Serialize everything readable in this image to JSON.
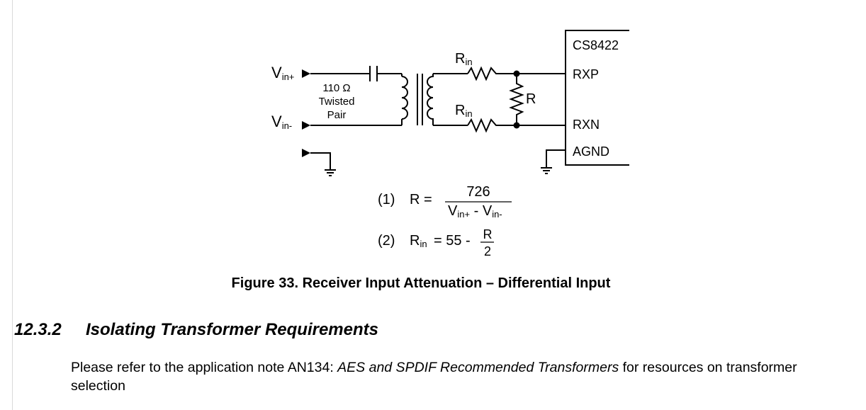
{
  "figure": {
    "chip_name": "CS8422",
    "pin_rxp": "RXP",
    "pin_rxn": "RXN",
    "pin_agnd": "AGND",
    "vin_plus": {
      "base": "V",
      "sub": "in+"
    },
    "vin_minus": {
      "base": "V",
      "sub": "in-"
    },
    "cable": {
      "impedance": "110 Ω",
      "line2": "Twisted",
      "line3": "Pair"
    },
    "rin": {
      "base": "R",
      "sub": "in"
    },
    "r_label": "R",
    "eq1": {
      "index": "(1)",
      "lhs": "R =",
      "numerator": "726",
      "den_v1": "V",
      "den_s1": "in+",
      "den_mid": " - ",
      "den_v2": "V",
      "den_s2": "in-"
    },
    "eq2": {
      "index": "(2)",
      "lhs_base": "R",
      "lhs_sub": "in",
      "rhs": "= 55 -",
      "frac_num": "R",
      "frac_den": "2"
    },
    "caption": "Figure 33.  Receiver Input Attenuation – Differential Input"
  },
  "section": {
    "number": "12.3.2",
    "title": "Isolating Transformer Requirements",
    "para_pre": "Please refer to the application note AN134: ",
    "para_italic": "AES and SPDIF Recommended Transformers",
    "para_post": " for resources on transformer selection"
  }
}
